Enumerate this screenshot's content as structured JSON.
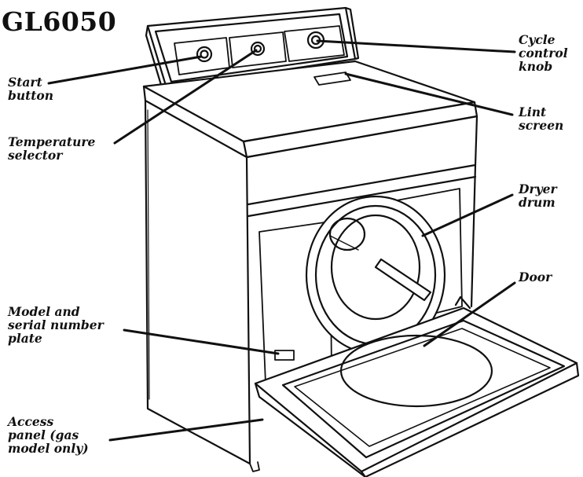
{
  "title": "GL6050",
  "labels": {
    "start_button": [
      "Start",
      "button"
    ],
    "temperature_selector": [
      "Temperature",
      "selector"
    ],
    "model_serial_plate": [
      "Model and",
      "serial number",
      "plate"
    ],
    "access_panel": [
      "Access",
      "panel (gas",
      "model only)"
    ],
    "cycle_control_knob": [
      "Cycle",
      "control",
      "knob"
    ],
    "lint_screen": [
      "Lint",
      "screen"
    ],
    "dryer_drum": [
      "Dryer",
      "drum"
    ],
    "door": [
      "Door"
    ]
  },
  "colors": {
    "ink": "#111111",
    "paper": "#ffffff"
  }
}
